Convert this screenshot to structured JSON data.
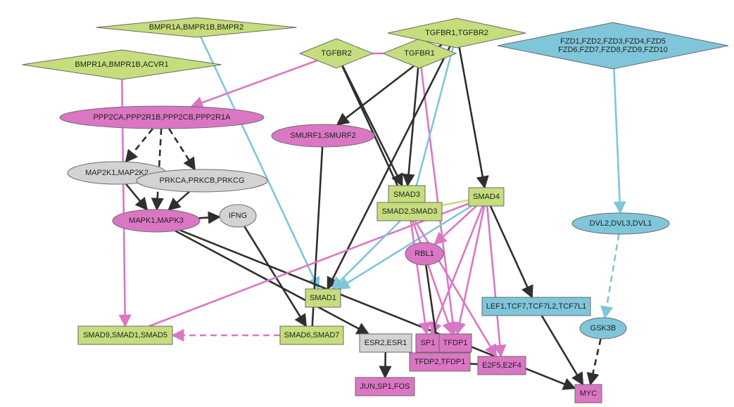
{
  "colors": {
    "green": "#c5dd7c",
    "pink": "#db76c4",
    "blue": "#7fc6da",
    "gray": "#d3d3d3",
    "dark_edge": "#2f2f2f"
  },
  "nodes": {
    "bmpr2": {
      "label": [
        "BMPR1A,BMPR1B,BMPR2"
      ],
      "shape": "diamond",
      "color": "green"
    },
    "acvr1": {
      "label": [
        "BMPR1A,BMPR1B,ACVR1"
      ],
      "shape": "diamond",
      "color": "green"
    },
    "tgfbr2": {
      "label": [
        "TGFBR2"
      ],
      "shape": "diamond",
      "color": "green"
    },
    "tgfbr1": {
      "label": [
        "TGFBR1"
      ],
      "shape": "diamond",
      "color": "green"
    },
    "tgfbr12": {
      "label": [
        "TGFBR1,TGFBR2"
      ],
      "shape": "diamond",
      "color": "green"
    },
    "fzd": {
      "label": [
        "FZD1,FZD2,FZD3,FZD4,FZD5",
        "FZD6,FZD7,FZD8,FZD9,FZD10"
      ],
      "shape": "diamond",
      "color": "blue"
    },
    "pp2a": {
      "label": [
        "PPP2CA,PPP2R1B,PPP2CB,PPP2R1A"
      ],
      "shape": "ellipse",
      "color": "pink"
    },
    "smurf": {
      "label": [
        "SMURF1,SMURF2"
      ],
      "shape": "ellipse",
      "color": "pink"
    },
    "map2k": {
      "label": [
        "MAP2K1,MAP2K2"
      ],
      "shape": "ellipse",
      "color": "gray"
    },
    "prkc": {
      "label": [
        "PRKCA,PRKCB,PRKCG"
      ],
      "shape": "ellipse",
      "color": "gray"
    },
    "mapk": {
      "label": [
        "MAPK1,MAPK3"
      ],
      "shape": "ellipse",
      "color": "pink"
    },
    "ifng": {
      "label": [
        "IFNG"
      ],
      "shape": "ellipse",
      "color": "gray"
    },
    "smad3": {
      "label": [
        "SMAD3"
      ],
      "shape": "rect",
      "color": "green"
    },
    "smad23": {
      "label": [
        "SMAD2,SMAD3"
      ],
      "shape": "rect",
      "color": "green"
    },
    "smad4": {
      "label": [
        "SMAD4"
      ],
      "shape": "rect",
      "color": "green"
    },
    "dvl": {
      "label": [
        "DVL2,DVL3,DVL1"
      ],
      "shape": "ellipse",
      "color": "blue"
    },
    "rbl1": {
      "label": [
        "RBL1"
      ],
      "shape": "ellipse",
      "color": "pink"
    },
    "smad1": {
      "label": [
        "SMAD1"
      ],
      "shape": "rect",
      "color": "green"
    },
    "lef1": {
      "label": [
        "LEF1,TCF7,TCF7L2,TCF7L1"
      ],
      "shape": "rect",
      "color": "blue"
    },
    "gsk3b": {
      "label": [
        "GSK3B"
      ],
      "shape": "ellipse",
      "color": "blue"
    },
    "smad915": {
      "label": [
        "SMAD9,SMAD1,SMAD5"
      ],
      "shape": "rect",
      "color": "green"
    },
    "smad67": {
      "label": [
        "SMAD6,SMAD7"
      ],
      "shape": "rect",
      "color": "green"
    },
    "esr": {
      "label": [
        "ESR2,ESR1"
      ],
      "shape": "rect",
      "color": "gray"
    },
    "sp1": {
      "label": [
        "SP1"
      ],
      "shape": "rect",
      "color": "pink"
    },
    "tfdp1": {
      "label": [
        "TFDP1"
      ],
      "shape": "rect",
      "color": "pink"
    },
    "tfdp2": {
      "label": [
        "TFDP2,TFDP1"
      ],
      "shape": "rect",
      "color": "pink"
    },
    "e2f": {
      "label": [
        "E2F5,E2F4"
      ],
      "shape": "rect",
      "color": "pink"
    },
    "jun": {
      "label": [
        "JUN,SP1,FOS"
      ],
      "shape": "rect",
      "color": "pink"
    },
    "myc": {
      "label": [
        "MYC"
      ],
      "shape": "rect",
      "color": "pink"
    }
  },
  "edges": [
    {
      "from": "bmpr2",
      "to": "smad1",
      "color": "blue",
      "style": "solid",
      "arrow": true
    },
    {
      "from": "acvr1",
      "to": "smad915",
      "color": "pink",
      "style": "solid",
      "arrow": true
    },
    {
      "from": "tgfbr2",
      "to": "pp2a",
      "color": "pink",
      "style": "solid",
      "arrow": true
    },
    {
      "from": "tgfbr2",
      "to": "tgfbr1",
      "color": "pink",
      "style": "solid",
      "arrow": false
    },
    {
      "from": "tgfbr2",
      "to": "smad3",
      "color": "dark_edge",
      "style": "solid",
      "arrow": true
    },
    {
      "from": "tgfbr2",
      "to": "smad23",
      "color": "dark_edge",
      "style": "solid",
      "arrow": true
    },
    {
      "from": "tgfbr1",
      "to": "smad3",
      "color": "dark_edge",
      "style": "solid",
      "arrow": true
    },
    {
      "from": "tgfbr1",
      "to": "tfdp1",
      "color": "pink",
      "style": "solid",
      "arrow": true
    },
    {
      "from": "tgfbr12",
      "to": "smurf",
      "color": "dark_edge",
      "style": "solid",
      "arrow": true
    },
    {
      "from": "tgfbr12",
      "to": "smad4",
      "color": "dark_edge",
      "style": "solid",
      "arrow": true
    },
    {
      "from": "tgfbr12",
      "to": "smad1",
      "color": "dark_edge",
      "style": "solid",
      "arrow": true
    },
    {
      "from": "tgfbr12",
      "to": "smad23",
      "color": "blue",
      "style": "solid",
      "arrow": true
    },
    {
      "from": "fzd",
      "to": "dvl",
      "color": "blue",
      "style": "solid",
      "arrow": true
    },
    {
      "from": "dvl",
      "to": "gsk3b",
      "color": "blue",
      "style": "dashed",
      "arrow": true
    },
    {
      "from": "pp2a",
      "to": "map2k",
      "color": "dark_edge",
      "style": "dashed",
      "arrow": true
    },
    {
      "from": "pp2a",
      "to": "mapk",
      "color": "dark_edge",
      "style": "dashed",
      "arrow": true
    },
    {
      "from": "pp2a",
      "to": "prkc",
      "color": "dark_edge",
      "style": "dashed",
      "arrow": true
    },
    {
      "from": "map2k",
      "to": "mapk",
      "color": "dark_edge",
      "style": "solid",
      "arrow": true
    },
    {
      "from": "prkc",
      "to": "mapk",
      "color": "dark_edge",
      "style": "solid",
      "arrow": true
    },
    {
      "from": "mapk",
      "to": "ifng",
      "color": "dark_edge",
      "style": "solid",
      "arrow": true
    },
    {
      "from": "mapk",
      "to": "esr",
      "color": "dark_edge",
      "style": "solid",
      "arrow": true
    },
    {
      "from": "mapk",
      "to": "myc",
      "color": "dark_edge",
      "style": "solid",
      "arrow": true
    },
    {
      "from": "ifng",
      "to": "smad67",
      "color": "dark_edge",
      "style": "solid",
      "arrow": true
    },
    {
      "from": "smurf",
      "to": "smad67",
      "color": "dark_edge",
      "style": "solid",
      "arrow": false
    },
    {
      "from": "smad67",
      "to": "smad915",
      "color": "pink",
      "style": "dashed",
      "arrow": true
    },
    {
      "from": "smad4",
      "to": "smad23",
      "color": "green",
      "style": "solid",
      "arrow": false
    },
    {
      "from": "smad4",
      "to": "smad915",
      "color": "pink",
      "style": "solid",
      "arrow": false
    },
    {
      "from": "smad4",
      "to": "rbl1",
      "color": "pink",
      "style": "solid",
      "arrow": true
    },
    {
      "from": "smad4",
      "to": "sp1",
      "color": "pink",
      "style": "solid",
      "arrow": true
    },
    {
      "from": "smad4",
      "to": "tfdp1",
      "color": "pink",
      "style": "solid",
      "arrow": true
    },
    {
      "from": "smad4",
      "to": "e2f",
      "color": "pink",
      "style": "solid",
      "arrow": true
    },
    {
      "from": "smad4",
      "to": "lef1",
      "color": "dark_edge",
      "style": "solid",
      "arrow": true
    },
    {
      "from": "smad4",
      "to": "smad1",
      "color": "blue",
      "style": "solid",
      "arrow": true
    },
    {
      "from": "smad23",
      "to": "smad1",
      "color": "blue",
      "style": "solid",
      "arrow": true
    },
    {
      "from": "smad23",
      "to": "sp1",
      "color": "pink",
      "style": "solid",
      "arrow": true
    },
    {
      "from": "smad23",
      "to": "tfdp1",
      "color": "pink",
      "style": "solid",
      "arrow": true
    },
    {
      "from": "smad23",
      "to": "e2f",
      "color": "pink",
      "style": "solid",
      "arrow": true
    },
    {
      "from": "rbl1",
      "to": "tfdp2",
      "color": "dark_edge",
      "style": "solid",
      "arrow": false
    },
    {
      "from": "tfdp2",
      "to": "e2f",
      "color": "dark_edge",
      "style": "solid",
      "arrow": false
    },
    {
      "from": "lef1",
      "to": "myc",
      "color": "dark_edge",
      "style": "solid",
      "arrow": true
    },
    {
      "from": "gsk3b",
      "to": "myc",
      "color": "dark_edge",
      "style": "dashed",
      "arrow": true
    },
    {
      "from": "esr",
      "to": "jun",
      "color": "dark_edge",
      "style": "solid",
      "arrow": true
    }
  ]
}
